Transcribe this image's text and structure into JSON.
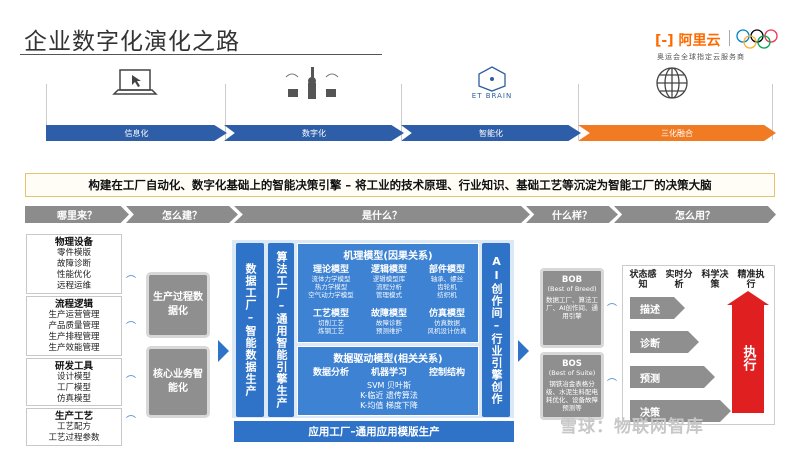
{
  "title": "企业数字化演化之路",
  "logo": {
    "brand": "阿里云",
    "subtitle": "奥运会全球指定云服务商"
  },
  "stages": [
    {
      "label": "信息化",
      "icon": "laptop-icon"
    },
    {
      "label": "数字化",
      "icon": "robot-arm-icon"
    },
    {
      "label": "智能化",
      "icon": "et-brain-icon",
      "icon_text": "ET BRAIN"
    },
    {
      "label": "三化融合",
      "icon": "globe-icon"
    }
  ],
  "banner": "构建在工厂自动化、数字化基础上的智能决策引擎 – 将工业的技术原理、行业知识、基础工艺等沉淀为智能工厂的决策大脑",
  "questions": [
    "哪里来？",
    "怎么建？",
    "是什么？",
    "什么样？",
    "怎么用？"
  ],
  "categories": [
    {
      "title": "物理设备",
      "items": [
        "零件模版",
        "故障诊断",
        "性能优化",
        "远程运维"
      ]
    },
    {
      "title": "流程逻辑",
      "items": [
        "生产运营管理",
        "产品质量管理",
        "生产排程管理",
        "生产效能管理"
      ]
    },
    {
      "title": "研发工具",
      "items": [
        "设计模型",
        "工厂模型",
        "仿真模型"
      ]
    },
    {
      "title": "生产工艺",
      "items": [
        "工艺配方",
        "工艺过程参数"
      ]
    }
  ],
  "build": [
    "生产过程数据化",
    "核心业务智能化"
  ],
  "left_bar": "数据工厂–智能数据生产",
  "algo_bar": "算法工厂–通用智能引擎生产",
  "ai_bar": "AI创作间–行业引擎创作",
  "mech_model": {
    "title": "机理模型(因果关系)",
    "cells": [
      {
        "t": "理论模型",
        "s": [
          "流体力学模型",
          "热力学模型",
          "空气动力学模型"
        ]
      },
      {
        "t": "逻辑模型",
        "s": [
          "逻辑模型库",
          "流程分析",
          "管理模式"
        ]
      },
      {
        "t": "部件模型",
        "s": [
          "轴承、螺丝",
          "齿轮机",
          "纺织机"
        ]
      },
      {
        "t": "工艺模型",
        "s": [
          "切削工艺",
          "炼钢工艺"
        ]
      },
      {
        "t": "故障模型",
        "s": [
          "故障诊断",
          "预测维护"
        ]
      },
      {
        "t": "仿真模型",
        "s": [
          "仿真数据",
          "风机设计仿真"
        ]
      }
    ]
  },
  "data_model": {
    "title": "数据驱动模型(相关关系)",
    "cells": [
      "数据分析",
      "机器学习",
      "控制结构"
    ],
    "algos": [
      "SVM 贝叶斯",
      "K-临近 遗传算法",
      "K-均值 梯度下降"
    ]
  },
  "bottom_bar": "应用工厂–通用应用模版生产",
  "bob": {
    "title": "BOB",
    "sub": "(Best of Breed)",
    "desc": "数据工厂、算法工厂、AI创作间、通用引擎"
  },
  "bos": {
    "title": "BOS",
    "sub": "(Best of Suite)",
    "desc": "钢铁冶金表格分级、水泥生料配电耗优化、设备故障预测等"
  },
  "right_heads": [
    "状态感知",
    "实时分析",
    "科学决策",
    "精准执行"
  ],
  "actions": [
    "描述",
    "诊断",
    "预测",
    "决策"
  ],
  "execute": "执行",
  "watermark": "雪球：物联网智库"
}
